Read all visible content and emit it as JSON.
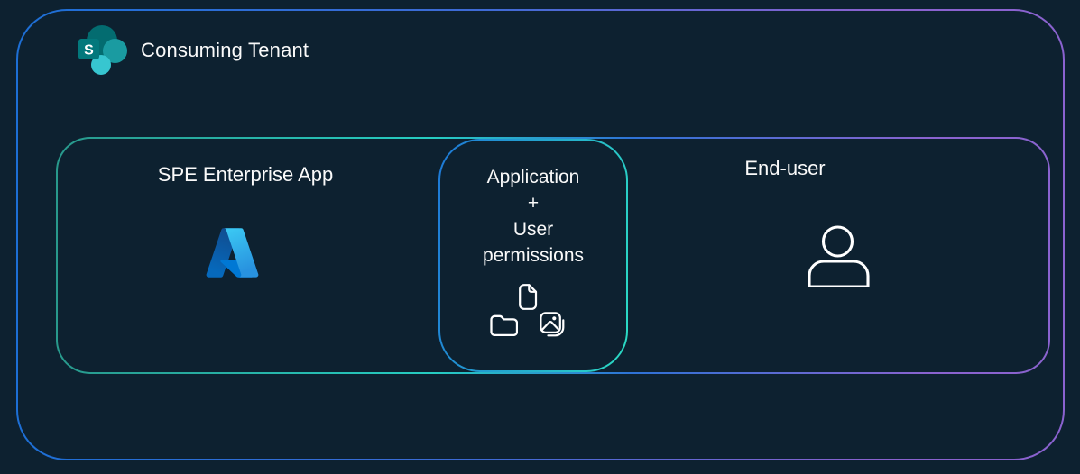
{
  "diagram": {
    "title": "Consuming Tenant",
    "title_icon": "sharepoint-icon",
    "sharepoint_letter": "S",
    "sections": {
      "spe_app": {
        "label": "SPE Enterprise App",
        "icon": "azure-icon"
      },
      "permissions": {
        "lines": [
          "Application",
          "+",
          "User",
          "permissions"
        ],
        "icons": [
          "document-icon",
          "folder-icon",
          "image-icon"
        ]
      },
      "end_user": {
        "label": "End-user",
        "icon": "person-icon"
      }
    },
    "colors": {
      "background": "#0d2130",
      "text": "#fafafa",
      "outer_border_blue": "#1d6fd5",
      "outer_border_purple": "#8a62cf",
      "inner_border_teal": "#28998c",
      "inner_border_cyan": "#26cdc2",
      "inner_border_blue": "#2e72d6",
      "inner_border_purple": "#8a63cf",
      "permissions_border_blue": "#1e78d7",
      "permissions_border_teal": "#2bdcc3",
      "sharepoint_dark": "#036c70",
      "sharepoint_mid": "#1a9ba1",
      "sharepoint_light": "#37c6d0",
      "sharepoint_square": "#03787c",
      "azure_blue": "#0078d4"
    }
  }
}
